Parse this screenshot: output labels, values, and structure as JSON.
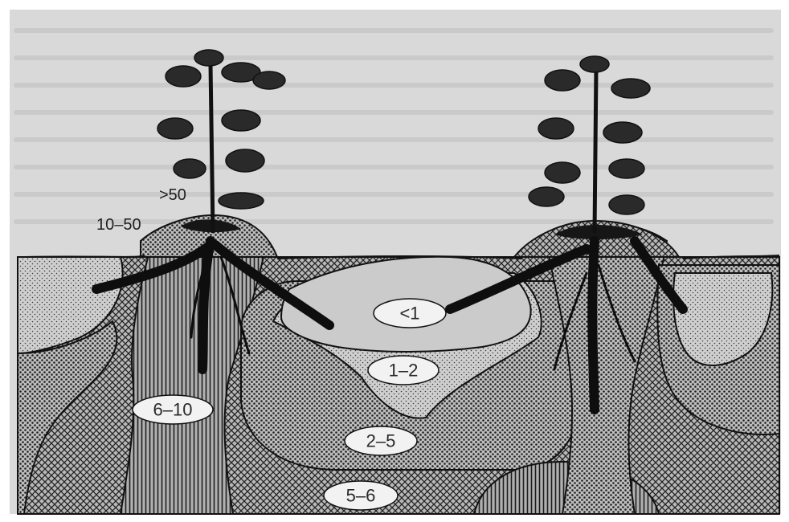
{
  "figure": {
    "top_labels": {
      "over_50": ">50",
      "range_10_50": "10–50"
    },
    "zones": [
      {
        "id": "lt1",
        "label": "<1"
      },
      {
        "id": "r1_2",
        "label": "1–2"
      },
      {
        "id": "r2_5",
        "label": "2–5"
      },
      {
        "id": "r5_6",
        "label": "5–6"
      },
      {
        "id": "r6_10",
        "label": "6–10"
      }
    ],
    "colors": {
      "paper": "#d9d9d9",
      "ink": "#151515",
      "label_oval": "#f2f2f2"
    }
  }
}
